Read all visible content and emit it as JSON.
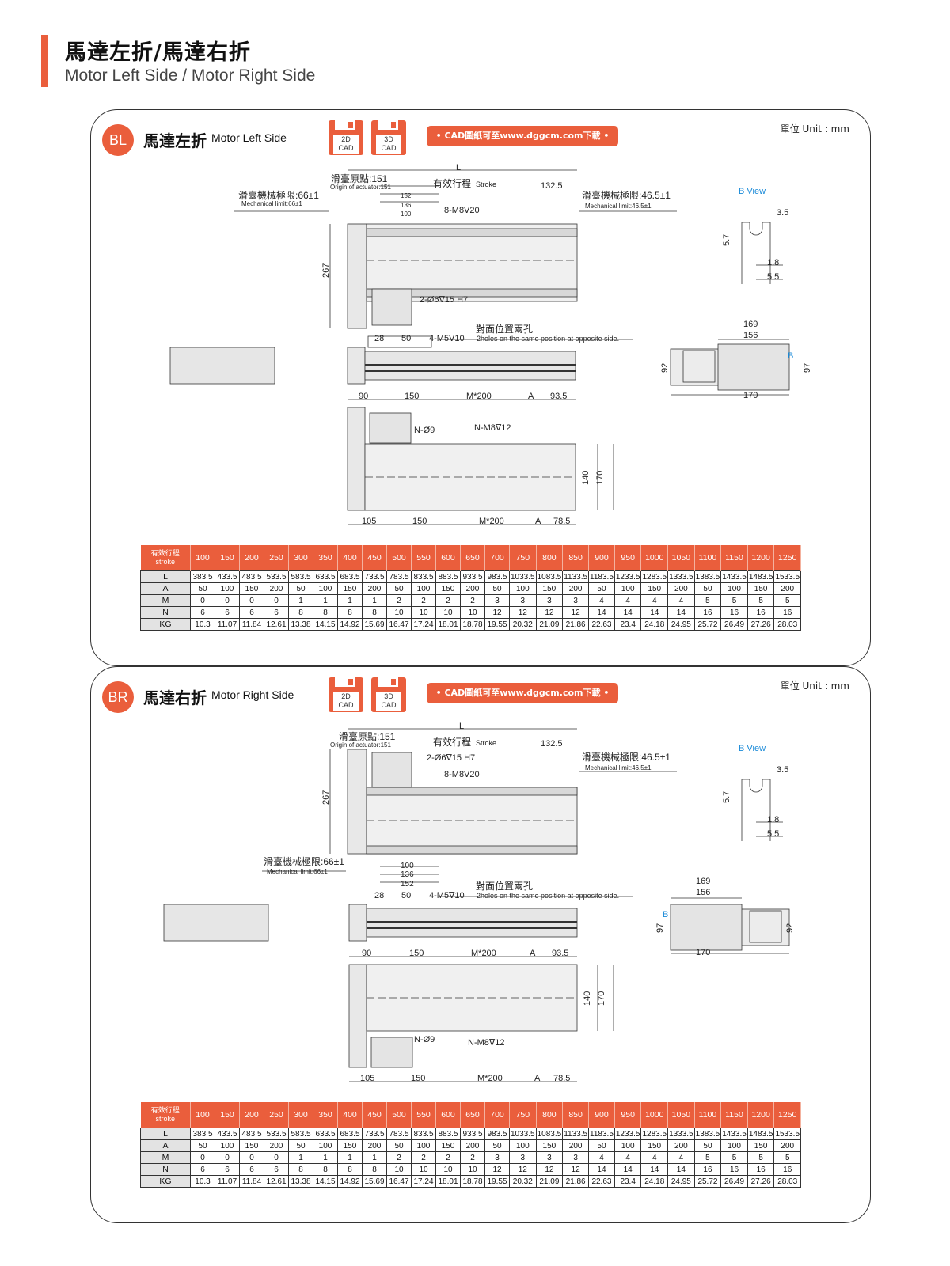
{
  "header": {
    "title_zh": "馬達左折/馬達右折",
    "title_en": "Motor Left Side / Motor Right Side"
  },
  "colors": {
    "accent": "#ea5e3c",
    "bview_blue": "#1a8ad8",
    "table_label_bg": "#e3e3e3"
  },
  "panels": [
    {
      "badge": "BL",
      "title_zh": "馬達左折",
      "title_en": "Motor Left Side",
      "cad2d_top": "2D",
      "cad2d_bottom": "CAD",
      "cad3d_top": "3D",
      "cad3d_bottom": "CAD",
      "download": "•  CAD圖紙可至www.dggcm.com下載  •",
      "unit": "單位 Unit : mm",
      "dims": {
        "L": "L",
        "origin_zh": "滑臺原點:151",
        "origin_en": "Origin of actuator:151",
        "stroke_zh": "有效行程",
        "stroke_en": "Stroke",
        "d132": "132.5",
        "mech_left_zh": "滑臺機械極限:66±1",
        "mech_left_en": "Mechanical limit:66±1",
        "mech_right_zh": "滑臺機械極限:46.5±1",
        "mech_right_en": "Mechanical limit:46.5±1",
        "d152": "152",
        "d136": "136",
        "d100": "100",
        "m8": "8-M8∇20",
        "pin": "2-Ø6∇15 H7",
        "h267": "267",
        "d28": "28",
        "d50": "50",
        "m5": "4-M5∇10",
        "opp_zh": "對面位置兩孔",
        "opp_en": "2holes on the same position at opposite side.",
        "d90": "90",
        "d150": "150",
        "m200": "M*200",
        "A": "A",
        "d93": "93.5",
        "n9": "N-Ø9",
        "nm8": "N-M8∇12",
        "d140": "140",
        "d170v": "170",
        "d105": "105",
        "d150b": "150",
        "m200b": "M*200",
        "Ab": "A",
        "d78": "78.5",
        "d169": "169",
        "d156": "156",
        "d92": "92",
        "d97": "97",
        "d170": "170",
        "B": "B",
        "bview": "B View",
        "d35": "3.5",
        "d57": "5.7",
        "d18": "1.8",
        "d55": "5.5"
      }
    },
    {
      "badge": "BR",
      "title_zh": "馬達右折",
      "title_en": "Motor Right Side",
      "cad2d_top": "2D",
      "cad2d_bottom": "CAD",
      "cad3d_top": "3D",
      "cad3d_bottom": "CAD",
      "download": "•  CAD圖紙可至www.dggcm.com下載  •",
      "unit": "單位 Unit : mm",
      "dims": {
        "L": "L",
        "origin_zh": "滑臺原點:151",
        "origin_en": "Origin of actuator:151",
        "stroke_zh": "有效行程",
        "stroke_en": "Stroke",
        "d132": "132.5",
        "mech_left_zh": "滑臺機械極限:66±1",
        "mech_left_en": "Mechanical limit:66±1",
        "mech_right_zh": "滑臺機械極限:46.5±1",
        "mech_right_en": "Mechanical limit:46.5±1",
        "d152": "152",
        "d136": "136",
        "d100": "100",
        "m8": "8-M8∇20",
        "pin": "2-Ø6∇15 H7",
        "h267": "267",
        "d28": "28",
        "d50": "50",
        "m5": "4-M5∇10",
        "opp_zh": "對面位置兩孔",
        "opp_en": "2holes on the same position at opposite side.",
        "d90": "90",
        "d150": "150",
        "m200": "M*200",
        "A": "A",
        "d93": "93.5",
        "n9": "N-Ø9",
        "nm8": "N-M8∇12",
        "d140": "140",
        "d170v": "170",
        "d105": "105",
        "d150b": "150",
        "m200b": "M*200",
        "Ab": "A",
        "d78": "78.5",
        "d169": "169",
        "d156": "156",
        "d92": "92",
        "d97": "97",
        "d170": "170",
        "B": "B",
        "bview": "B View",
        "d35": "3.5",
        "d57": "5.7",
        "d18": "1.8",
        "d55": "5.5"
      }
    }
  ],
  "spec_table": {
    "header_zh": "有效行程",
    "header_en": "stroke",
    "strokes": [
      "100",
      "150",
      "200",
      "250",
      "300",
      "350",
      "400",
      "450",
      "500",
      "550",
      "600",
      "650",
      "700",
      "750",
      "800",
      "850",
      "900",
      "950",
      "1000",
      "1050",
      "1100",
      "1150",
      "1200",
      "1250"
    ],
    "rows": [
      {
        "label": "L",
        "values": [
          "383.5",
          "433.5",
          "483.5",
          "533.5",
          "583.5",
          "633.5",
          "683.5",
          "733.5",
          "783.5",
          "833.5",
          "883.5",
          "933.5",
          "983.5",
          "1033.5",
          "1083.5",
          "1133.5",
          "1183.5",
          "1233.5",
          "1283.5",
          "1333.5",
          "1383.5",
          "1433.5",
          "1483.5",
          "1533.5"
        ]
      },
      {
        "label": "A",
        "values": [
          "50",
          "100",
          "150",
          "200",
          "50",
          "100",
          "150",
          "200",
          "50",
          "100",
          "150",
          "200",
          "50",
          "100",
          "150",
          "200",
          "50",
          "100",
          "150",
          "200",
          "50",
          "100",
          "150",
          "200"
        ]
      },
      {
        "label": "M",
        "values": [
          "0",
          "0",
          "0",
          "0",
          "1",
          "1",
          "1",
          "1",
          "2",
          "2",
          "2",
          "2",
          "3",
          "3",
          "3",
          "3",
          "4",
          "4",
          "4",
          "4",
          "5",
          "5",
          "5",
          "5"
        ]
      },
      {
        "label": "N",
        "values": [
          "6",
          "6",
          "6",
          "6",
          "8",
          "8",
          "8",
          "8",
          "10",
          "10",
          "10",
          "10",
          "12",
          "12",
          "12",
          "12",
          "14",
          "14",
          "14",
          "14",
          "16",
          "16",
          "16",
          "16"
        ]
      },
      {
        "label": "KG",
        "values": [
          "10.3",
          "11.07",
          "11.84",
          "12.61",
          "13.38",
          "14.15",
          "14.92",
          "15.69",
          "16.47",
          "17.24",
          "18.01",
          "18.78",
          "19.55",
          "20.32",
          "21.09",
          "21.86",
          "22.63",
          "23.4",
          "24.18",
          "24.95",
          "25.72",
          "26.49",
          "27.26",
          "28.03"
        ]
      }
    ]
  }
}
